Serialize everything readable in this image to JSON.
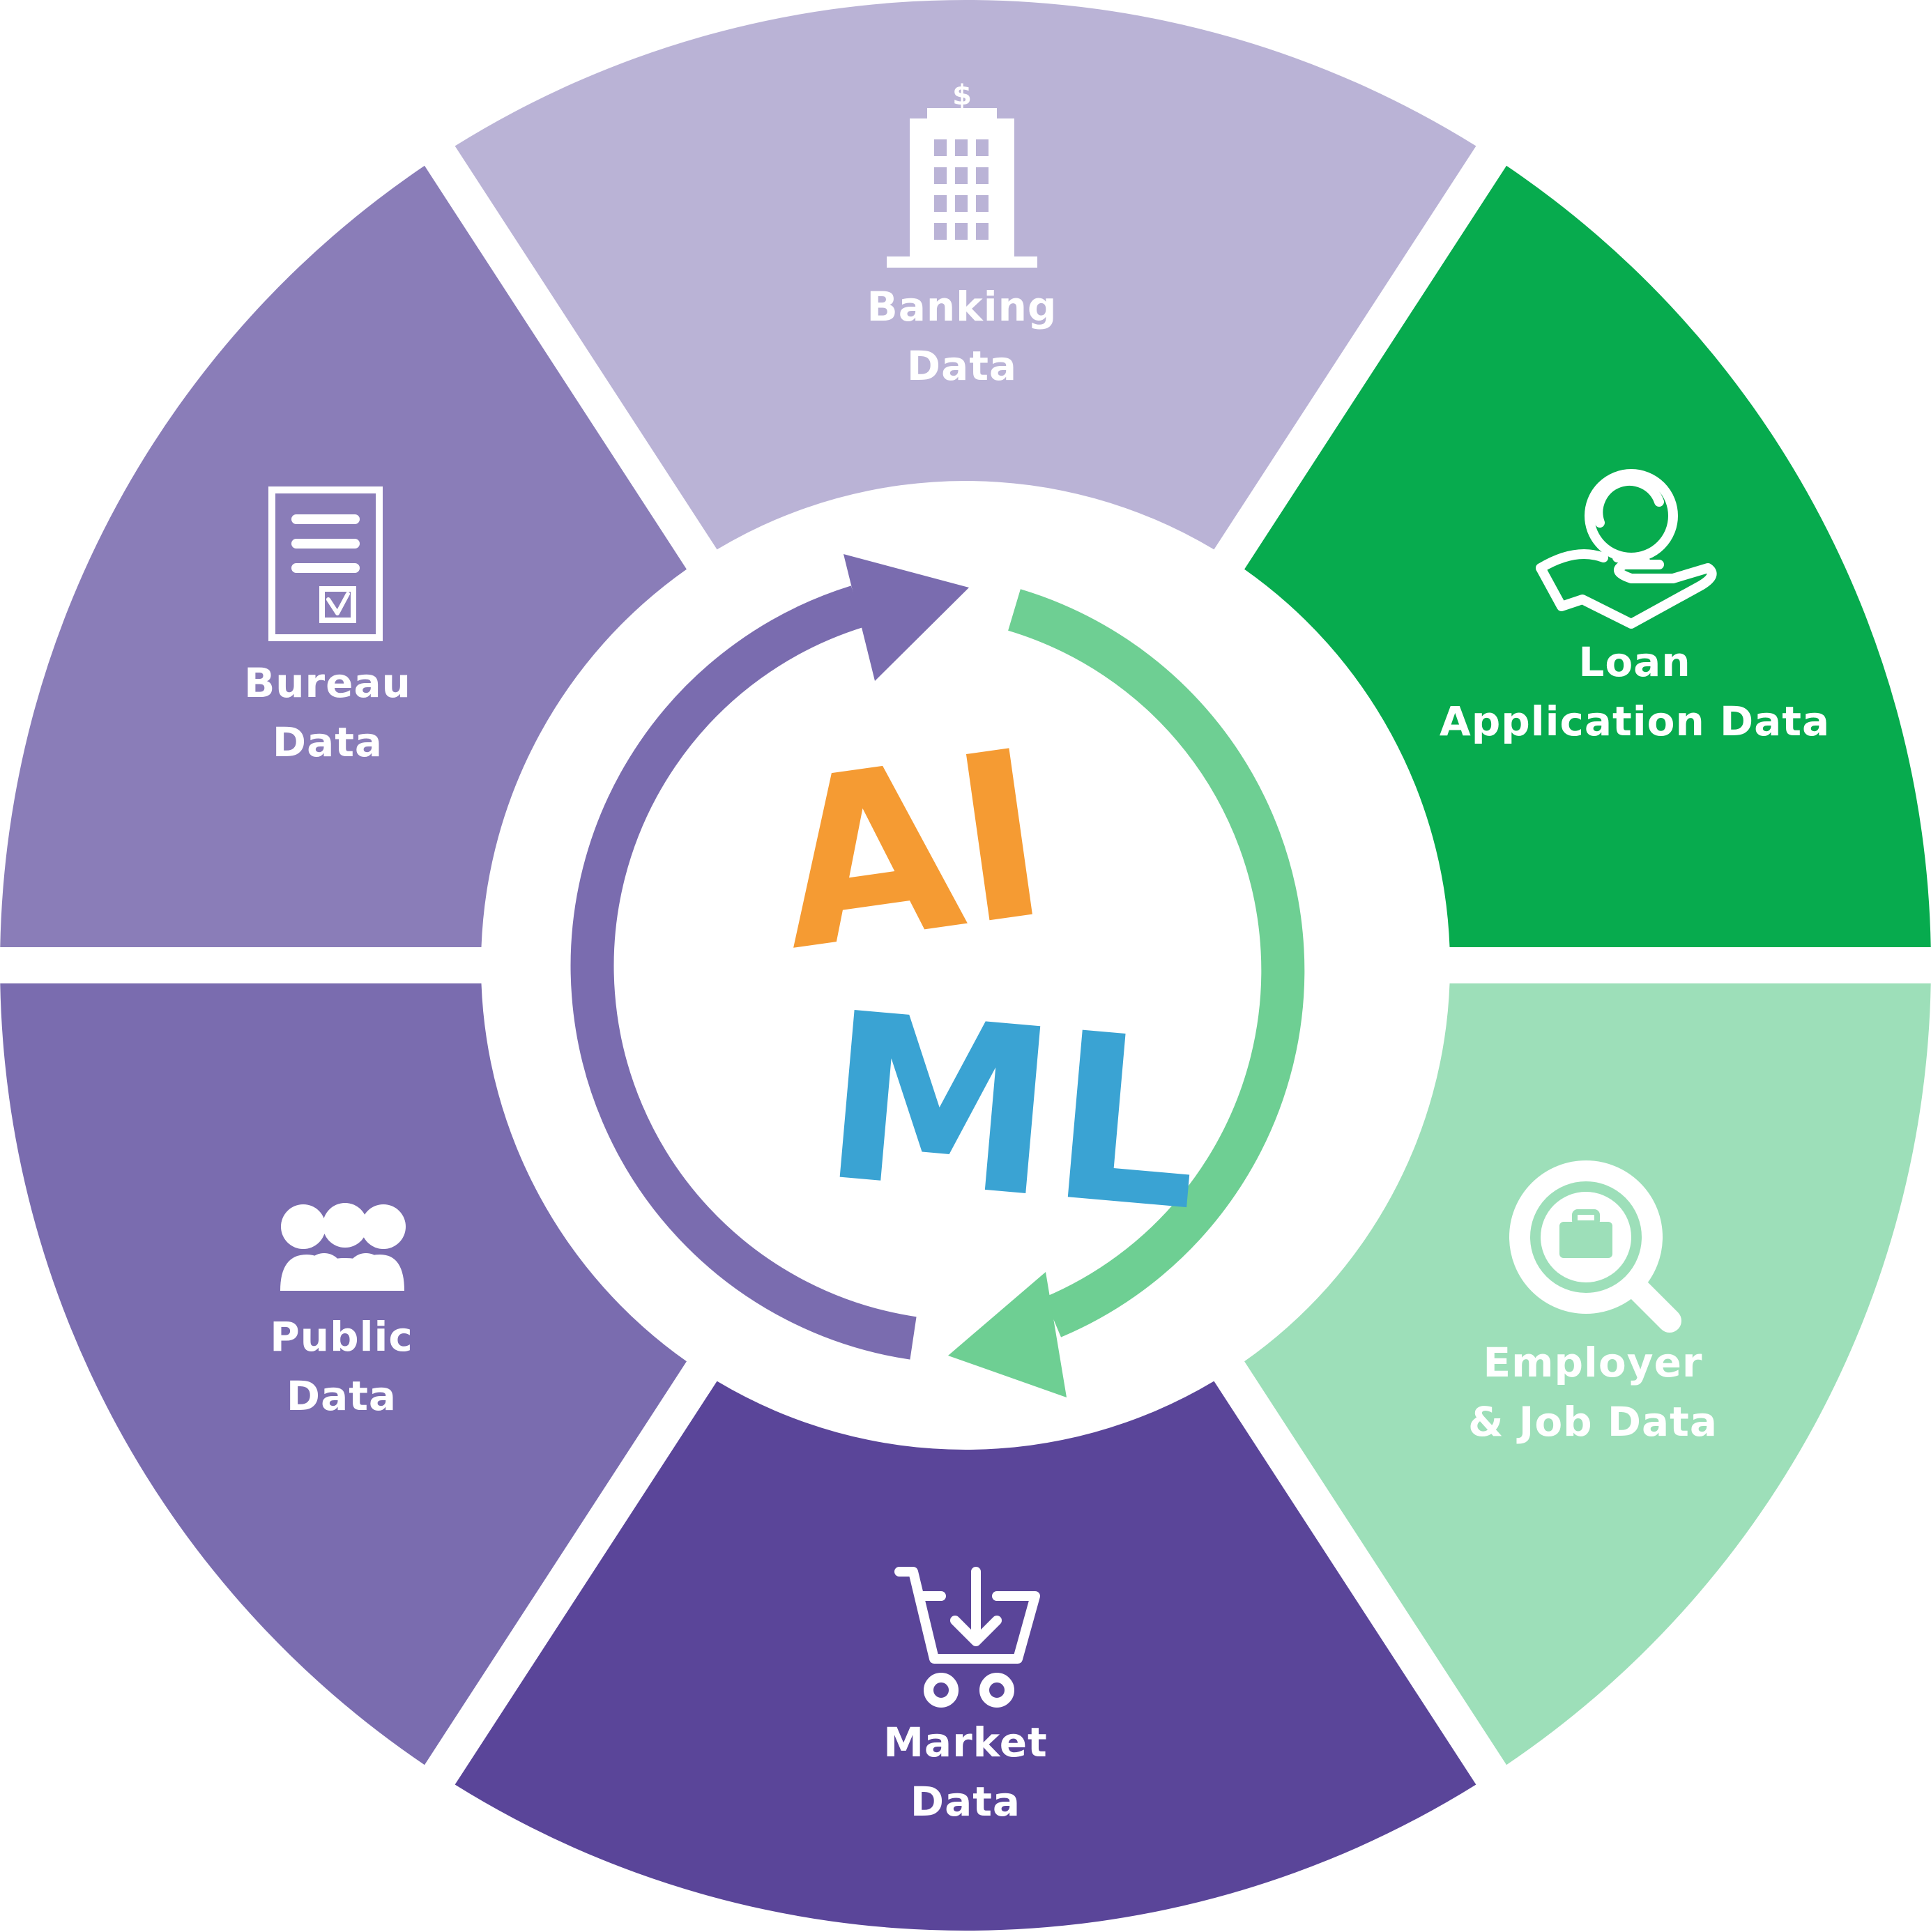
{
  "center": {
    "ai_text": "AI",
    "ml_text": "ML"
  },
  "segments": [
    {
      "id": "banking",
      "label_line1": "Banking",
      "label_line2": "Data",
      "icon": "bank-building-icon",
      "color": "#BAB3D6"
    },
    {
      "id": "loan",
      "label_line1": "Loan",
      "label_line2": "Application Data",
      "icon": "hand-headset-icon",
      "color": "#07AB4E"
    },
    {
      "id": "employer",
      "label_line1": "Employer",
      "label_line2": "& Job Data",
      "icon": "magnifier-briefcase-icon",
      "color": "#9DDFB9"
    },
    {
      "id": "market",
      "label_line1": "Market",
      "label_line2": "Data",
      "icon": "shopping-cart-icon",
      "color": "#5A4599"
    },
    {
      "id": "public",
      "label_line1": "Public",
      "label_line2": "Data",
      "icon": "people-group-icon",
      "color": "#7A6CAF"
    },
    {
      "id": "bureau",
      "label_line1": "Bureau",
      "label_line2": "Data",
      "icon": "document-check-icon",
      "color": "#8A7DB8"
    }
  ],
  "colors": {
    "ai": "#F59B33",
    "ml": "#3AA3D3",
    "arrow_purple": "#7A6CAF",
    "arrow_green": "#6ECF93"
  }
}
